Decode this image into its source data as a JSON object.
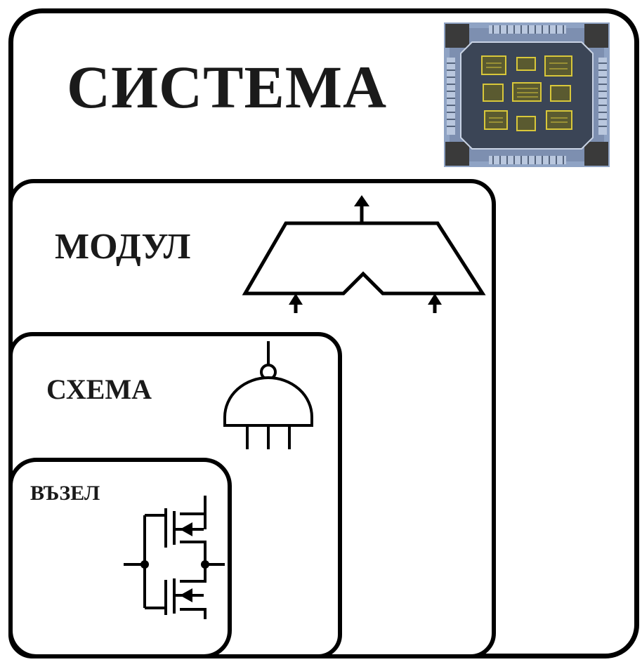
{
  "levels": {
    "system": {
      "label": "СИСТЕМА"
    },
    "module": {
      "label": "МОДУЛ"
    },
    "circuit": {
      "label": "СХЕМА"
    },
    "node": {
      "label": "ВЪЗЕЛ"
    }
  },
  "icons": {
    "system": "chip-die-icon",
    "module": "multiplexer-icon",
    "circuit": "nand-gate-icon",
    "node": "cmos-transistor-icon"
  },
  "colors": {
    "outline": "#000000",
    "chip_substrate": "#7d8fb0",
    "chip_core": "#3b4556",
    "chip_blocks": "#d8c73a",
    "chip_pads": "#b9c7de"
  }
}
